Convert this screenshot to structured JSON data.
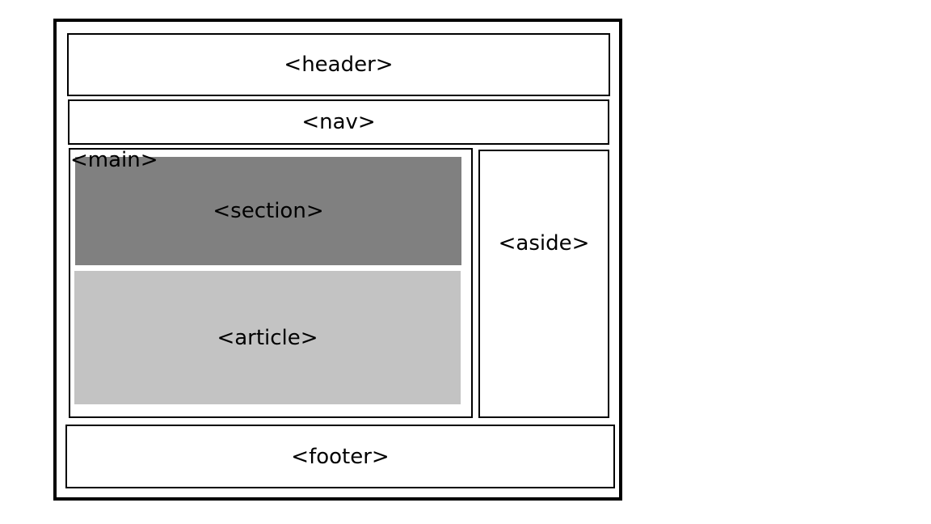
{
  "diagram": {
    "header": "<header>",
    "nav": "<nav>",
    "main": "<main>",
    "section": "<section>",
    "article": "<article>",
    "aside": "<aside>",
    "footer": "<footer>"
  },
  "colors": {
    "section_fill": "#808080",
    "article_fill": "#c3c3c3",
    "border": "#000000"
  }
}
